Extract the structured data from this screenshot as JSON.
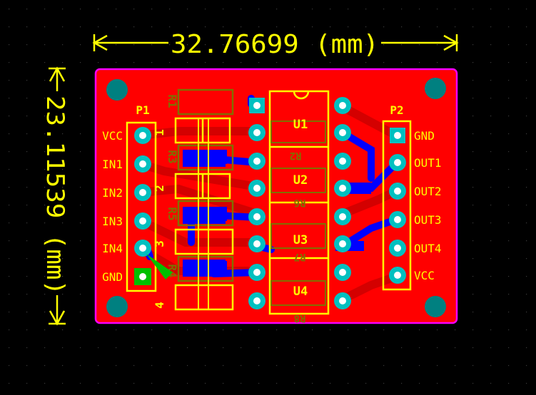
{
  "dimensions": {
    "width_text": "32.76699 (mm)",
    "height_text": "23.11539 (mm)"
  },
  "headers": {
    "p1": {
      "ref": "P1",
      "pins": [
        "VCC",
        "IN1",
        "IN2",
        "IN3",
        "IN4",
        "GND"
      ]
    },
    "p2": {
      "ref": "P2",
      "pins": [
        "GND",
        "OUT1",
        "OUT2",
        "OUT3",
        "OUT4",
        "VCC"
      ]
    }
  },
  "components": {
    "r1": "R1",
    "r3": "R3",
    "r5": "R5",
    "r4": "R4",
    "r2": "R2",
    "r6": "R6",
    "r7": "R7",
    "r8": "R8",
    "u1": "U1",
    "u2": "U2",
    "u3": "U3",
    "u4": "U4",
    "n1": "1",
    "n2": "2",
    "n3": "3",
    "n4": "4"
  },
  "colors": {
    "background": "#000000",
    "board_outline": "#ff00ff",
    "top_copper": "#ff0000",
    "bottom_copper": "#0000ff",
    "silkscreen": "#ffff00",
    "bottom_silk": "#807000",
    "pad": "#00c0c0",
    "via": "#008080",
    "pin1_pad": "#00c000"
  }
}
